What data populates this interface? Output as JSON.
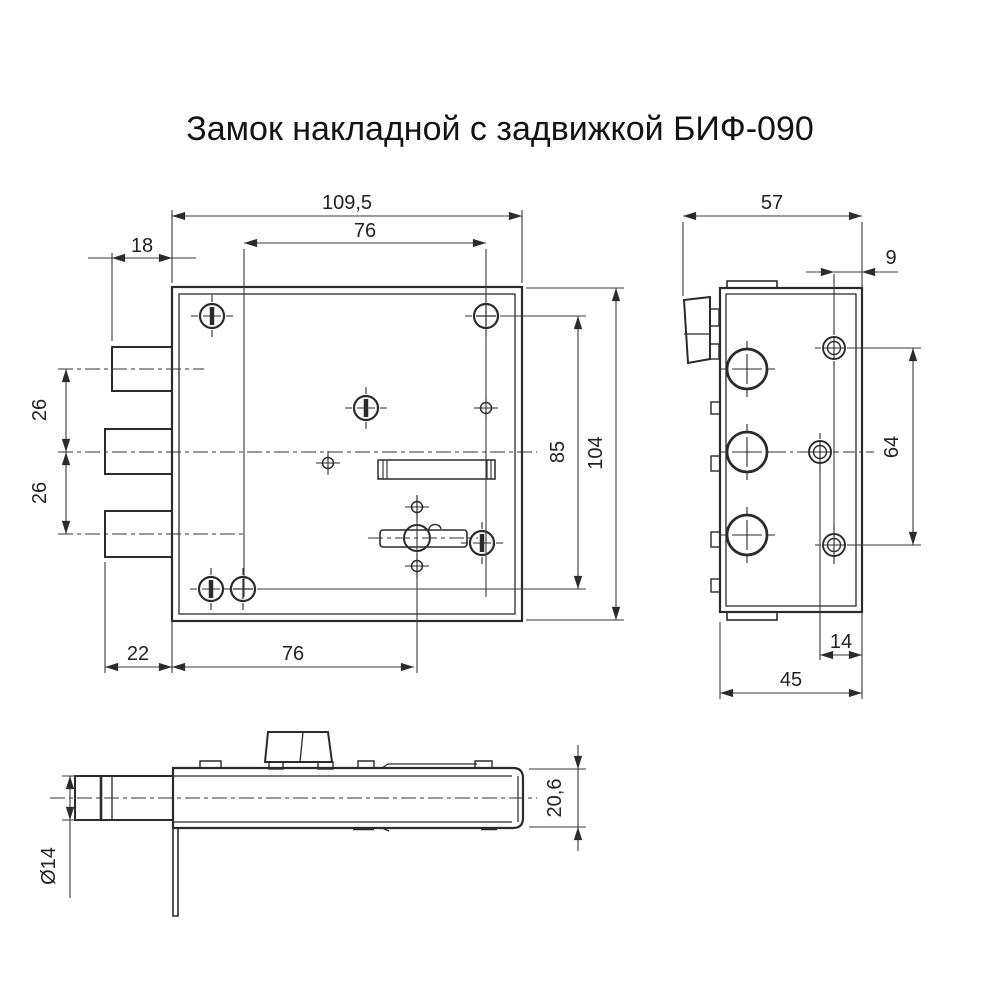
{
  "title": "Замок накладной с задвижкой БИФ-090",
  "dims": {
    "front": {
      "overall_width": "109,5",
      "top_hole_spacing": "76",
      "bolt_edge_offset": "18",
      "bolt_spacing_upper": "26",
      "bolt_spacing_lower": "26",
      "hole_spacing_vertical": "85",
      "overall_height": "104",
      "left_offset": "22",
      "keyhole_offset": "76"
    },
    "side": {
      "overall_depth": "57",
      "hole_edge_offset": "9",
      "hole_spacing": "64",
      "hole_bottom_offset": "14",
      "body_depth": "45"
    },
    "bottom": {
      "bolt_diameter": "Ø14",
      "body_thickness": "20,6"
    }
  }
}
